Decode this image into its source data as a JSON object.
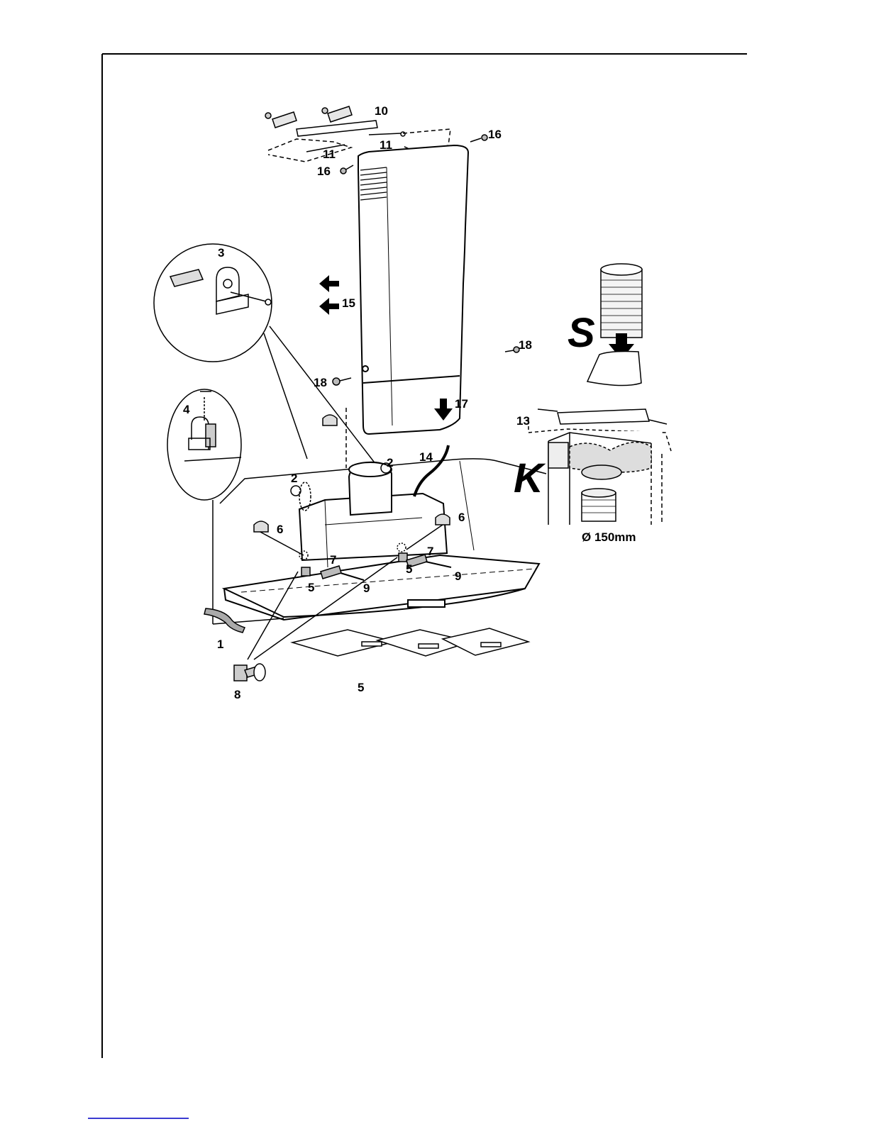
{
  "callouts": {
    "c1": "1",
    "c2a": "2",
    "c2b": "2",
    "c3": "3",
    "c4": "4",
    "c5a": "5",
    "c5b": "5",
    "c5c": "5",
    "c6a": "6",
    "c6b": "6",
    "c7a": "7",
    "c7b": "7",
    "c8": "8",
    "c9a": "9",
    "c9b": "9",
    "c10": "10",
    "c11a": "11",
    "c11b": "11",
    "c13": "13",
    "c14": "14",
    "c15": "15",
    "c16a": "16",
    "c16b": "16",
    "c17": "17",
    "c18a": "18",
    "c18b": "18"
  },
  "variants": {
    "s": "S",
    "k": "K"
  },
  "duct": {
    "diameter": "Ø 150mm"
  },
  "colors": {
    "line": "#000000",
    "shade": "#d9d9d9",
    "page_mark": "#3b3bd1"
  }
}
